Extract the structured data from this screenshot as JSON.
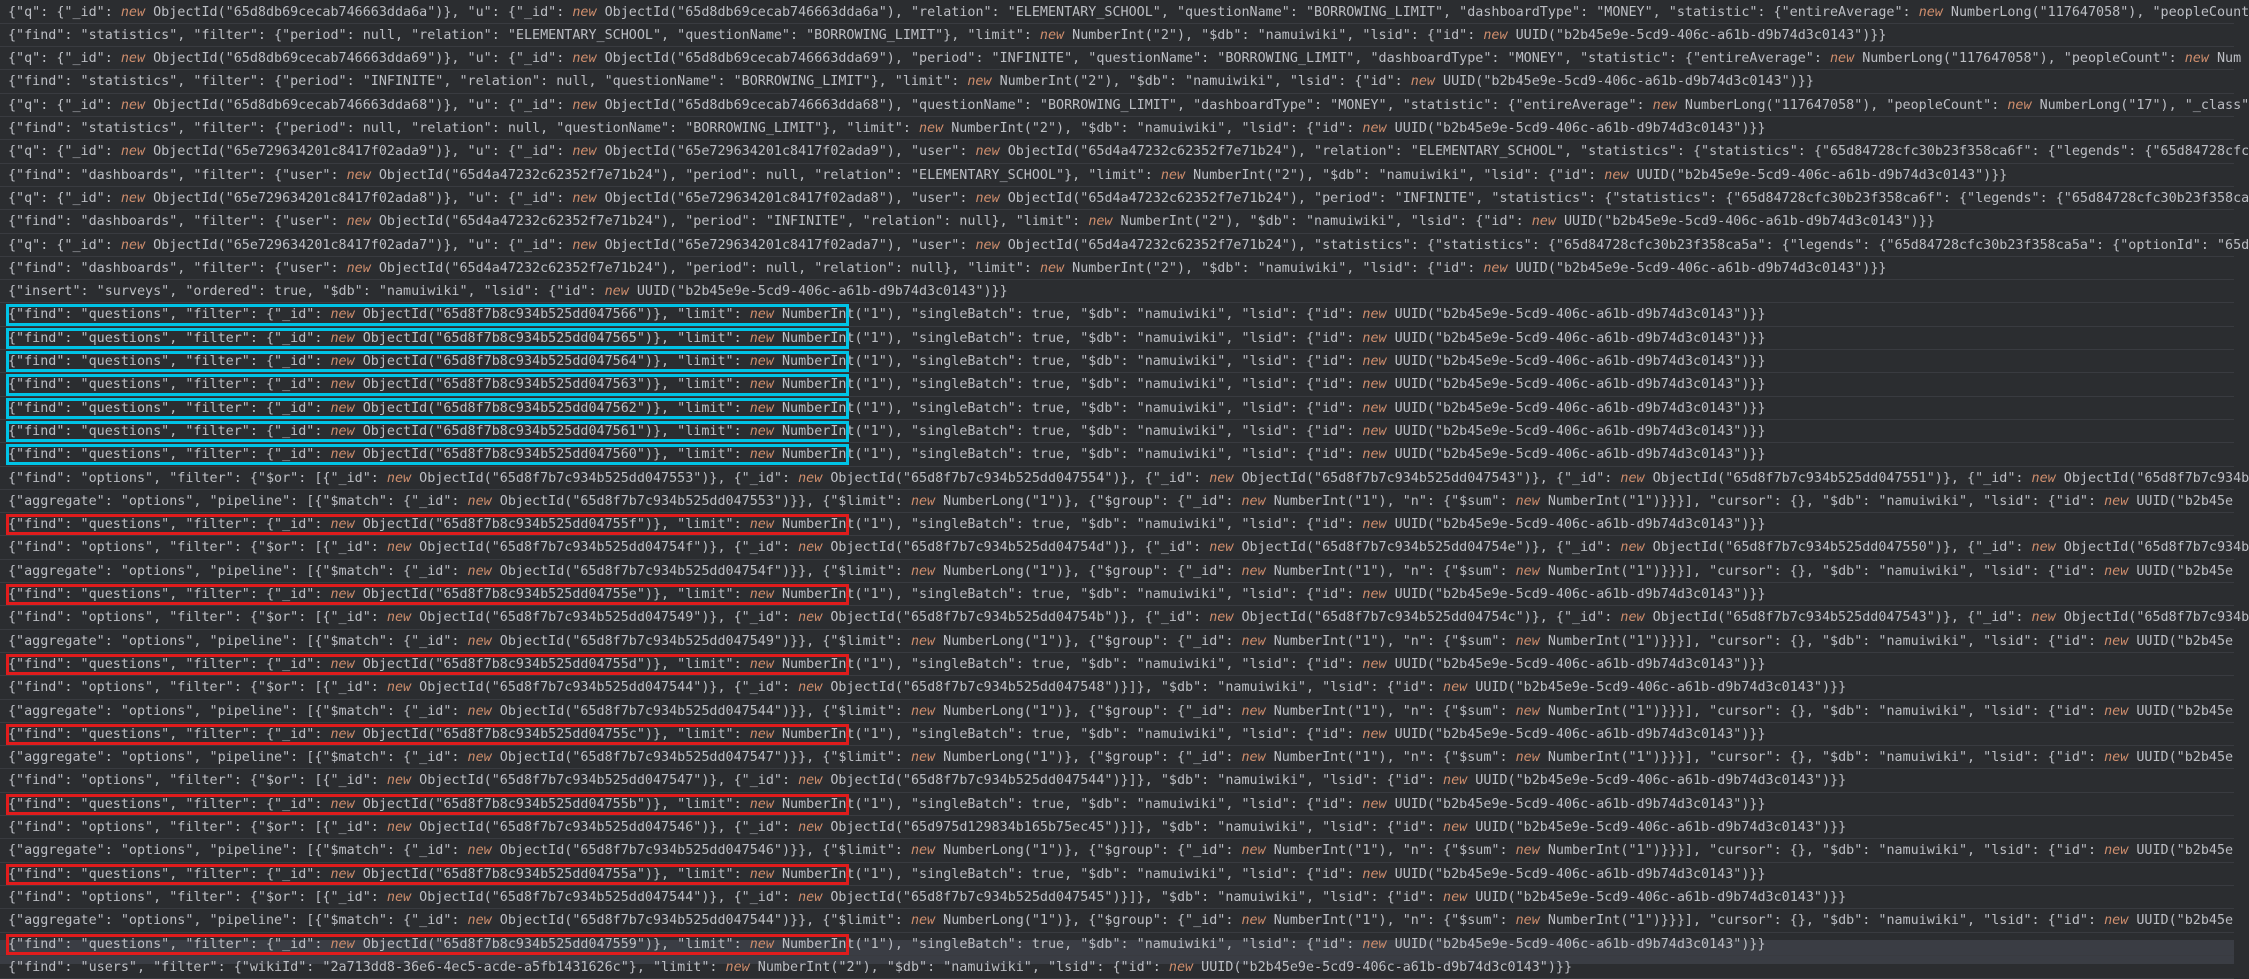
{
  "colors": {
    "background": "#2b2d30",
    "text": "#bcbec4",
    "keyword_new": "#cf8e6d",
    "highlight_cyan": "#00c3e6",
    "highlight_red": "#e01c1c"
  },
  "log_lines": [
    "{\"q\": {\"_id\": new ObjectId(\"65d8db69cecab746663dda6a\")}, \"u\": {\"_id\": new ObjectId(\"65d8db69cecab746663dda6a\"), \"relation\": \"ELEMENTARY_SCHOOL\", \"questionName\": \"BORROWING_LIMIT\", \"dashboardType\": \"MONEY\", \"statistic\": {\"entireAverage\": new NumberLong(\"117647058\"), \"peopleCount",
    "{\"find\": \"statistics\", \"filter\": {\"period\": null, \"relation\": \"ELEMENTARY_SCHOOL\", \"questionName\": \"BORROWING_LIMIT\"}, \"limit\": new NumberInt(\"2\"), \"$db\": \"namuiwiki\", \"lsid\": {\"id\": new UUID(\"b2b45e9e-5cd9-406c-a61b-d9b74d3c0143\")}}",
    "{\"q\": {\"_id\": new ObjectId(\"65d8db69cecab746663dda69\")}, \"u\": {\"_id\": new ObjectId(\"65d8db69cecab746663dda69\"), \"period\": \"INFINITE\", \"questionName\": \"BORROWING_LIMIT\", \"dashboardType\": \"MONEY\", \"statistic\": {\"entireAverage\": new NumberLong(\"117647058\"), \"peopleCount\": new Num",
    "{\"find\": \"statistics\", \"filter\": {\"period\": \"INFINITE\", \"relation\": null, \"questionName\": \"BORROWING_LIMIT\"}, \"limit\": new NumberInt(\"2\"), \"$db\": \"namuiwiki\", \"lsid\": {\"id\": new UUID(\"b2b45e9e-5cd9-406c-a61b-d9b74d3c0143\")}}",
    "{\"q\": {\"_id\": new ObjectId(\"65d8db69cecab746663dda68\")}, \"u\": {\"_id\": new ObjectId(\"65d8db69cecab746663dda68\"), \"questionName\": \"BORROWING_LIMIT\", \"dashboardType\": \"MONEY\", \"statistic\": {\"entireAverage\": new NumberLong(\"117647058\"), \"peopleCount\": new NumberLong(\"17\"), \"_class\"",
    "{\"find\": \"statistics\", \"filter\": {\"period\": null, \"relation\": null, \"questionName\": \"BORROWING_LIMIT\"}, \"limit\": new NumberInt(\"2\"), \"$db\": \"namuiwiki\", \"lsid\": {\"id\": new UUID(\"b2b45e9e-5cd9-406c-a61b-d9b74d3c0143\")}}",
    "{\"q\": {\"_id\": new ObjectId(\"65e729634201c8417f02ada9\")}, \"u\": {\"_id\": new ObjectId(\"65e729634201c8417f02ada9\"), \"user\": new ObjectId(\"65d4a47232c62352f7e71b24\"), \"relation\": \"ELEMENTARY_SCHOOL\", \"statistics\": {\"statistics\": {\"65d84728cfc30b23f358ca6f\": {\"legends\": {\"65d84728cfc",
    "{\"find\": \"dashboards\", \"filter\": {\"user\": new ObjectId(\"65d4a47232c62352f7e71b24\"), \"period\": null, \"relation\": \"ELEMENTARY_SCHOOL\"}, \"limit\": new NumberInt(\"2\"), \"$db\": \"namuiwiki\", \"lsid\": {\"id\": new UUID(\"b2b45e9e-5cd9-406c-a61b-d9b74d3c0143\")}}",
    "{\"q\": {\"_id\": new ObjectId(\"65e729634201c8417f02ada8\")}, \"u\": {\"_id\": new ObjectId(\"65e729634201c8417f02ada8\"), \"user\": new ObjectId(\"65d4a47232c62352f7e71b24\"), \"period\": \"INFINITE\", \"statistics\": {\"statistics\": {\"65d84728cfc30b23f358ca6f\": {\"legends\": {\"65d84728cfc30b23f358ca",
    "{\"find\": \"dashboards\", \"filter\": {\"user\": new ObjectId(\"65d4a47232c62352f7e71b24\"), \"period\": \"INFINITE\", \"relation\": null}, \"limit\": new NumberInt(\"2\"), \"$db\": \"namuiwiki\", \"lsid\": {\"id\": new UUID(\"b2b45e9e-5cd9-406c-a61b-d9b74d3c0143\")}}",
    "{\"q\": {\"_id\": new ObjectId(\"65e729634201c8417f02ada7\")}, \"u\": {\"_id\": new ObjectId(\"65e729634201c8417f02ada7\"), \"user\": new ObjectId(\"65d4a47232c62352f7e71b24\"), \"statistics\": {\"statistics\": {\"65d84728cfc30b23f358ca5a\": {\"legends\": {\"65d84728cfc30b23f358ca5a\": {\"optionId\": \"65d",
    "{\"find\": \"dashboards\", \"filter\": {\"user\": new ObjectId(\"65d4a47232c62352f7e71b24\"), \"period\": null, \"relation\": null}, \"limit\": new NumberInt(\"2\"), \"$db\": \"namuiwiki\", \"lsid\": {\"id\": new UUID(\"b2b45e9e-5cd9-406c-a61b-d9b74d3c0143\")}}",
    "{\"insert\": \"surveys\", \"ordered\": true, \"$db\": \"namuiwiki\", \"lsid\": {\"id\": new UUID(\"b2b45e9e-5cd9-406c-a61b-d9b74d3c0143\")}}",
    "{\"find\": \"questions\", \"filter\": {\"_id\": new ObjectId(\"65d8f7b8c934b525dd047566\")}, \"limit\": new NumberInt(\"1\"), \"singleBatch\": true, \"$db\": \"namuiwiki\", \"lsid\": {\"id\": new UUID(\"b2b45e9e-5cd9-406c-a61b-d9b74d3c0143\")}}",
    "{\"find\": \"questions\", \"filter\": {\"_id\": new ObjectId(\"65d8f7b8c934b525dd047565\")}, \"limit\": new NumberInt(\"1\"), \"singleBatch\": true, \"$db\": \"namuiwiki\", \"lsid\": {\"id\": new UUID(\"b2b45e9e-5cd9-406c-a61b-d9b74d3c0143\")}}",
    "{\"find\": \"questions\", \"filter\": {\"_id\": new ObjectId(\"65d8f7b8c934b525dd047564\")}, \"limit\": new NumberInt(\"1\"), \"singleBatch\": true, \"$db\": \"namuiwiki\", \"lsid\": {\"id\": new UUID(\"b2b45e9e-5cd9-406c-a61b-d9b74d3c0143\")}}",
    "{\"find\": \"questions\", \"filter\": {\"_id\": new ObjectId(\"65d8f7b8c934b525dd047563\")}, \"limit\": new NumberInt(\"1\"), \"singleBatch\": true, \"$db\": \"namuiwiki\", \"lsid\": {\"id\": new UUID(\"b2b45e9e-5cd9-406c-a61b-d9b74d3c0143\")}}",
    "{\"find\": \"questions\", \"filter\": {\"_id\": new ObjectId(\"65d8f7b8c934b525dd047562\")}, \"limit\": new NumberInt(\"1\"), \"singleBatch\": true, \"$db\": \"namuiwiki\", \"lsid\": {\"id\": new UUID(\"b2b45e9e-5cd9-406c-a61b-d9b74d3c0143\")}}",
    "{\"find\": \"questions\", \"filter\": {\"_id\": new ObjectId(\"65d8f7b8c934b525dd047561\")}, \"limit\": new NumberInt(\"1\"), \"singleBatch\": true, \"$db\": \"namuiwiki\", \"lsid\": {\"id\": new UUID(\"b2b45e9e-5cd9-406c-a61b-d9b74d3c0143\")}}",
    "{\"find\": \"questions\", \"filter\": {\"_id\": new ObjectId(\"65d8f7b8c934b525dd047560\")}, \"limit\": new NumberInt(\"1\"), \"singleBatch\": true, \"$db\": \"namuiwiki\", \"lsid\": {\"id\": new UUID(\"b2b45e9e-5cd9-406c-a61b-d9b74d3c0143\")}}",
    "{\"find\": \"options\", \"filter\": {\"$or\": [{\"_id\": new ObjectId(\"65d8f7b7c934b525dd047553\")}, {\"_id\": new ObjectId(\"65d8f7b7c934b525dd047554\")}, {\"_id\": new ObjectId(\"65d8f7b7c934b525dd047543\")}, {\"_id\": new ObjectId(\"65d8f7b7c934b525dd047551\")}, {\"_id\": new ObjectId(\"65d8f7b7c934b",
    "{\"aggregate\": \"options\", \"pipeline\": [{\"$match\": {\"_id\": new ObjectId(\"65d8f7b7c934b525dd047553\")}}, {\"$limit\": new NumberLong(\"1\")}, {\"$group\": {\"_id\": new NumberInt(\"1\"), \"n\": {\"$sum\": new NumberInt(\"1\")}}}], \"cursor\": {}, \"$db\": \"namuiwiki\", \"lsid\": {\"id\": new UUID(\"b2b45e",
    "{\"find\": \"questions\", \"filter\": {\"_id\": new ObjectId(\"65d8f7b8c934b525dd04755f\")}, \"limit\": new NumberInt(\"1\"), \"singleBatch\": true, \"$db\": \"namuiwiki\", \"lsid\": {\"id\": new UUID(\"b2b45e9e-5cd9-406c-a61b-d9b74d3c0143\")}}",
    "{\"find\": \"options\", \"filter\": {\"$or\": [{\"_id\": new ObjectId(\"65d8f7b7c934b525dd04754f\")}, {\"_id\": new ObjectId(\"65d8f7b7c934b525dd04754d\")}, {\"_id\": new ObjectId(\"65d8f7b7c934b525dd04754e\")}, {\"_id\": new ObjectId(\"65d8f7b7c934b525dd047550\")}, {\"_id\": new ObjectId(\"65d8f7b7c934b",
    "{\"aggregate\": \"options\", \"pipeline\": [{\"$match\": {\"_id\": new ObjectId(\"65d8f7b7c934b525dd04754f\")}}, {\"$limit\": new NumberLong(\"1\")}, {\"$group\": {\"_id\": new NumberInt(\"1\"), \"n\": {\"$sum\": new NumberInt(\"1\")}}}], \"cursor\": {}, \"$db\": \"namuiwiki\", \"lsid\": {\"id\": new UUID(\"b2b45e",
    "{\"find\": \"questions\", \"filter\": {\"_id\": new ObjectId(\"65d8f7b8c934b525dd04755e\")}, \"limit\": new NumberInt(\"1\"), \"singleBatch\": true, \"$db\": \"namuiwiki\", \"lsid\": {\"id\": new UUID(\"b2b45e9e-5cd9-406c-a61b-d9b74d3c0143\")}}",
    "{\"find\": \"options\", \"filter\": {\"$or\": [{\"_id\": new ObjectId(\"65d8f7b7c934b525dd047549\")}, {\"_id\": new ObjectId(\"65d8f7b7c934b525dd04754b\")}, {\"_id\": new ObjectId(\"65d8f7b7c934b525dd04754c\")}, {\"_id\": new ObjectId(\"65d8f7b7c934b525dd047543\")}, {\"_id\": new ObjectId(\"65d8f7b7c934b",
    "{\"aggregate\": \"options\", \"pipeline\": [{\"$match\": {\"_id\": new ObjectId(\"65d8f7b7c934b525dd047549\")}}, {\"$limit\": new NumberLong(\"1\")}, {\"$group\": {\"_id\": new NumberInt(\"1\"), \"n\": {\"$sum\": new NumberInt(\"1\")}}}], \"cursor\": {}, \"$db\": \"namuiwiki\", \"lsid\": {\"id\": new UUID(\"b2b45e",
    "{\"find\": \"questions\", \"filter\": {\"_id\": new ObjectId(\"65d8f7b8c934b525dd04755d\")}, \"limit\": new NumberInt(\"1\"), \"singleBatch\": true, \"$db\": \"namuiwiki\", \"lsid\": {\"id\": new UUID(\"b2b45e9e-5cd9-406c-a61b-d9b74d3c0143\")}}",
    "{\"find\": \"options\", \"filter\": {\"$or\": [{\"_id\": new ObjectId(\"65d8f7b7c934b525dd047544\")}, {\"_id\": new ObjectId(\"65d8f7b7c934b525dd047548\")}]}, \"$db\": \"namuiwiki\", \"lsid\": {\"id\": new UUID(\"b2b45e9e-5cd9-406c-a61b-d9b74d3c0143\")}}",
    "{\"aggregate\": \"options\", \"pipeline\": [{\"$match\": {\"_id\": new ObjectId(\"65d8f7b7c934b525dd047544\")}}, {\"$limit\": new NumberLong(\"1\")}, {\"$group\": {\"_id\": new NumberInt(\"1\"), \"n\": {\"$sum\": new NumberInt(\"1\")}}}], \"cursor\": {}, \"$db\": \"namuiwiki\", \"lsid\": {\"id\": new UUID(\"b2b45e",
    "{\"find\": \"questions\", \"filter\": {\"_id\": new ObjectId(\"65d8f7b8c934b525dd04755c\")}, \"limit\": new NumberInt(\"1\"), \"singleBatch\": true, \"$db\": \"namuiwiki\", \"lsid\": {\"id\": new UUID(\"b2b45e9e-5cd9-406c-a61b-d9b74d3c0143\")}}",
    "{\"aggregate\": \"options\", \"pipeline\": [{\"$match\": {\"_id\": new ObjectId(\"65d8f7b7c934b525dd047547\")}}, {\"$limit\": new NumberLong(\"1\")}, {\"$group\": {\"_id\": new NumberInt(\"1\"), \"n\": {\"$sum\": new NumberInt(\"1\")}}}], \"cursor\": {}, \"$db\": \"namuiwiki\", \"lsid\": {\"id\": new UUID(\"b2b45e",
    "{\"find\": \"options\", \"filter\": {\"$or\": [{\"_id\": new ObjectId(\"65d8f7b7c934b525dd047547\")}, {\"_id\": new ObjectId(\"65d8f7b7c934b525dd047544\")}]}, \"$db\": \"namuiwiki\", \"lsid\": {\"id\": new UUID(\"b2b45e9e-5cd9-406c-a61b-d9b74d3c0143\")}}",
    "{\"find\": \"questions\", \"filter\": {\"_id\": new ObjectId(\"65d8f7b8c934b525dd04755b\")}, \"limit\": new NumberInt(\"1\"), \"singleBatch\": true, \"$db\": \"namuiwiki\", \"lsid\": {\"id\": new UUID(\"b2b45e9e-5cd9-406c-a61b-d9b74d3c0143\")}}",
    "{\"find\": \"options\", \"filter\": {\"$or\": [{\"_id\": new ObjectId(\"65d8f7b7c934b525dd047546\")}, {\"_id\": new ObjectId(\"65d975d129834b165b75ec45\")}]}, \"$db\": \"namuiwiki\", \"lsid\": {\"id\": new UUID(\"b2b45e9e-5cd9-406c-a61b-d9b74d3c0143\")}}",
    "{\"aggregate\": \"options\", \"pipeline\": [{\"$match\": {\"_id\": new ObjectId(\"65d8f7b7c934b525dd047546\")}}, {\"$limit\": new NumberLong(\"1\")}, {\"$group\": {\"_id\": new NumberInt(\"1\"), \"n\": {\"$sum\": new NumberInt(\"1\")}}}], \"cursor\": {}, \"$db\": \"namuiwiki\", \"lsid\": {\"id\": new UUID(\"b2b45e",
    "{\"find\": \"questions\", \"filter\": {\"_id\": new ObjectId(\"65d8f7b8c934b525dd04755a\")}, \"limit\": new NumberInt(\"1\"), \"singleBatch\": true, \"$db\": \"namuiwiki\", \"lsid\": {\"id\": new UUID(\"b2b45e9e-5cd9-406c-a61b-d9b74d3c0143\")}}",
    "{\"find\": \"options\", \"filter\": {\"$or\": [{\"_id\": new ObjectId(\"65d8f7b7c934b525dd047544\")}, {\"_id\": new ObjectId(\"65d8f7b7c934b525dd047545\")}]}, \"$db\": \"namuiwiki\", \"lsid\": {\"id\": new UUID(\"b2b45e9e-5cd9-406c-a61b-d9b74d3c0143\")}}",
    "{\"aggregate\": \"options\", \"pipeline\": [{\"$match\": {\"_id\": new ObjectId(\"65d8f7b7c934b525dd047544\")}}, {\"$limit\": new NumberLong(\"1\")}, {\"$group\": {\"_id\": new NumberInt(\"1\"), \"n\": {\"$sum\": new NumberInt(\"1\")}}}], \"cursor\": {}, \"$db\": \"namuiwiki\", \"lsid\": {\"id\": new UUID(\"b2b45e",
    "{\"find\": \"questions\", \"filter\": {\"_id\": new ObjectId(\"65d8f7b8c934b525dd047559\")}, \"limit\": new NumberInt(\"1\"), \"singleBatch\": true, \"$db\": \"namuiwiki\", \"lsid\": {\"id\": new UUID(\"b2b45e9e-5cd9-406c-a61b-d9b74d3c0143\")}}",
    "{\"find\": \"users\", \"filter\": {\"wikiId\": \"2a713dd8-36e6-4ec5-acde-a5fb1431626c\"}, \"limit\": new NumberInt(\"2\"), \"$db\": \"namuiwiki\", \"lsid\": {\"id\": new UUID(\"b2b45e9e-5cd9-406c-a61b-d9b74d3c0143\")}}"
  ]
}
